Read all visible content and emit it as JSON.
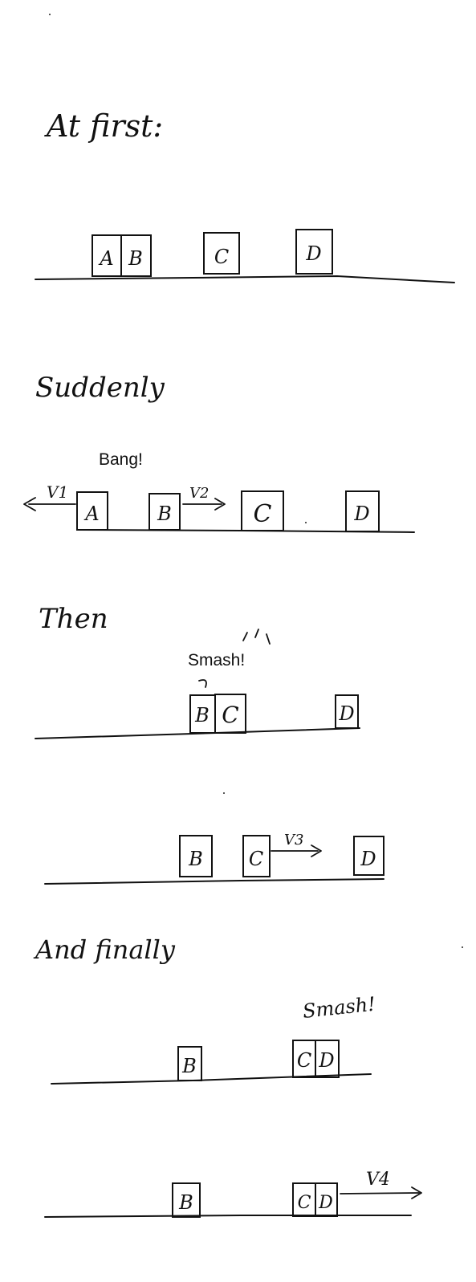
{
  "panels": [
    {
      "caption": "At first:",
      "blocks": [
        "A",
        "B",
        "C",
        "D"
      ]
    },
    {
      "caption": "Suddenly",
      "exclaim": "Bang!",
      "blocks": [
        "A",
        "B",
        "C",
        "D"
      ],
      "velocities": [
        "V1",
        "V2"
      ]
    },
    {
      "caption": "Then",
      "exclaim": "Smash!",
      "blocks": [
        "B",
        "C",
        "D"
      ]
    },
    {
      "blocks": [
        "B",
        "C",
        "D"
      ],
      "velocities": [
        "V3"
      ]
    },
    {
      "caption": "And finally",
      "exclaim": "Smash!",
      "blocks": [
        "B",
        "C",
        "D"
      ]
    },
    {
      "blocks": [
        "B",
        "C",
        "D"
      ],
      "velocities": [
        "V4"
      ]
    }
  ]
}
